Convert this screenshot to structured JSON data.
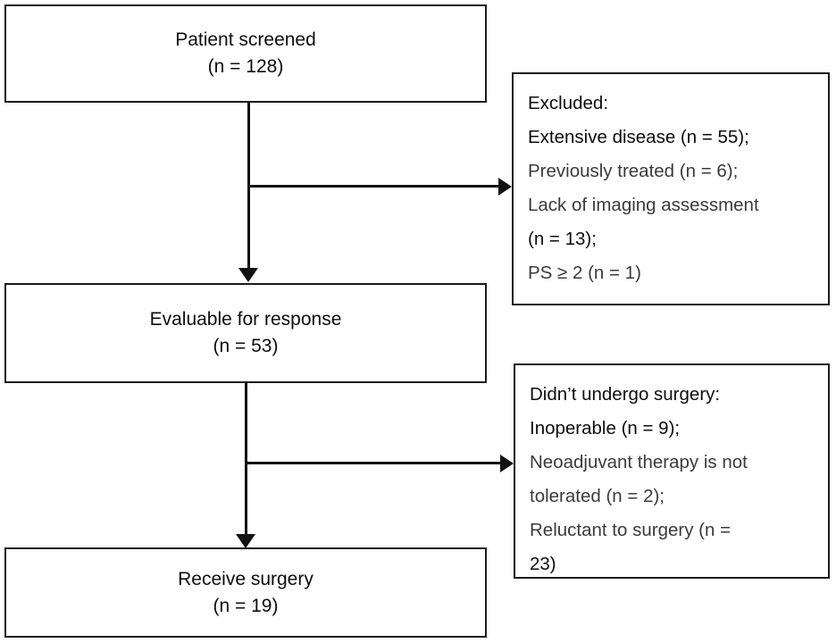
{
  "diagram": {
    "title": "Patient screening and surgery CONSORT-style flow diagram",
    "boxes": {
      "screened": {
        "line1": "Patient screened",
        "line2": "(n = 128)"
      },
      "evaluable": {
        "line1": "Evaluable for response",
        "line2": "(n = 53)"
      },
      "surgery": {
        "line1": "Receive surgery",
        "line2": "(n = 19)"
      },
      "excluded": {
        "heading": "Excluded:",
        "items": [
          "Extensive disease (n = 55);",
          "Previously treated (n = 6);",
          "Lack of imaging assessment",
          "(n = 13);",
          "PS ≥ 2 (n = 1)"
        ]
      },
      "no_surgery": {
        "heading": "Didn’t undergo surgery:",
        "items": [
          "Inoperable (n = 9);",
          "Neoadjuvant therapy is not",
          "tolerated (n = 2);",
          "Reluctant to surgery (n =",
          "23)"
        ]
      }
    },
    "colors": {
      "border": "#1a1a1a",
      "text": "#0d0d0d",
      "muted_text": "#3b3b3b",
      "connector": "#111111",
      "background": "#ffffff"
    }
  }
}
